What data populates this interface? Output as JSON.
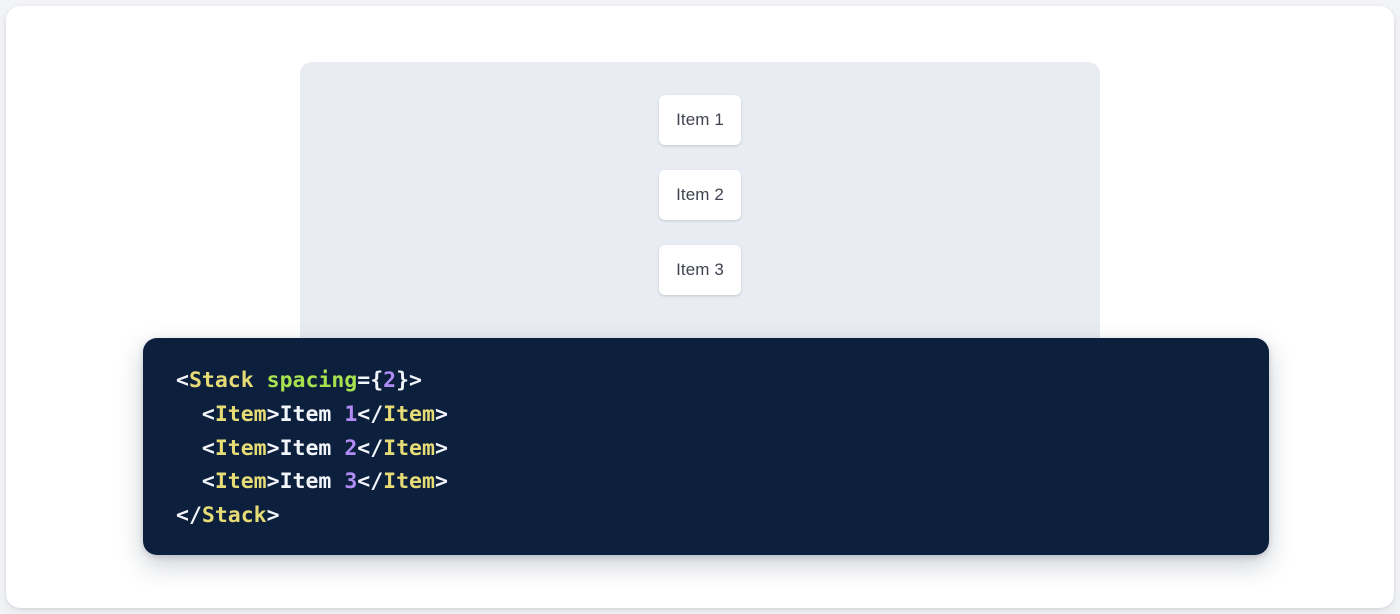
{
  "preview": {
    "panel_background": "#e9ecf2",
    "items": [
      {
        "label": "Item 1"
      },
      {
        "label": "Item 2"
      },
      {
        "label": "Item 3"
      }
    ]
  },
  "code_block": {
    "background": "#0c1f3d",
    "language": "jsx",
    "colors": {
      "punctuation": "#f2f5fa",
      "tag_name": "#e6db74",
      "attribute": "#a6e24e",
      "number": "#b28cf5",
      "text": "#f2f5fa"
    },
    "lines": [
      {
        "tokens": [
          {
            "t": "<",
            "k": "punct"
          },
          {
            "t": "Stack",
            "k": "tag"
          },
          {
            "t": " ",
            "k": "punct"
          },
          {
            "t": "spacing",
            "k": "attr"
          },
          {
            "t": "={",
            "k": "punct"
          },
          {
            "t": "2",
            "k": "num"
          },
          {
            "t": "}>",
            "k": "punct"
          }
        ]
      },
      {
        "tokens": [
          {
            "t": "  <",
            "k": "punct"
          },
          {
            "t": "Item",
            "k": "tag"
          },
          {
            "t": ">",
            "k": "punct"
          },
          {
            "t": "Item ",
            "k": "text"
          },
          {
            "t": "1",
            "k": "num"
          },
          {
            "t": "</",
            "k": "punct"
          },
          {
            "t": "Item",
            "k": "tag"
          },
          {
            "t": ">",
            "k": "punct"
          }
        ]
      },
      {
        "tokens": [
          {
            "t": "  <",
            "k": "punct"
          },
          {
            "t": "Item",
            "k": "tag"
          },
          {
            "t": ">",
            "k": "punct"
          },
          {
            "t": "Item ",
            "k": "text"
          },
          {
            "t": "2",
            "k": "num"
          },
          {
            "t": "</",
            "k": "punct"
          },
          {
            "t": "Item",
            "k": "tag"
          },
          {
            "t": ">",
            "k": "punct"
          }
        ]
      },
      {
        "tokens": [
          {
            "t": "  <",
            "k": "punct"
          },
          {
            "t": "Item",
            "k": "tag"
          },
          {
            "t": ">",
            "k": "punct"
          },
          {
            "t": "Item ",
            "k": "text"
          },
          {
            "t": "3",
            "k": "num"
          },
          {
            "t": "</",
            "k": "punct"
          },
          {
            "t": "Item",
            "k": "tag"
          },
          {
            "t": ">",
            "k": "punct"
          }
        ]
      },
      {
        "tokens": [
          {
            "t": "</",
            "k": "punct"
          },
          {
            "t": "Stack",
            "k": "tag"
          },
          {
            "t": ">",
            "k": "punct"
          }
        ]
      }
    ]
  }
}
